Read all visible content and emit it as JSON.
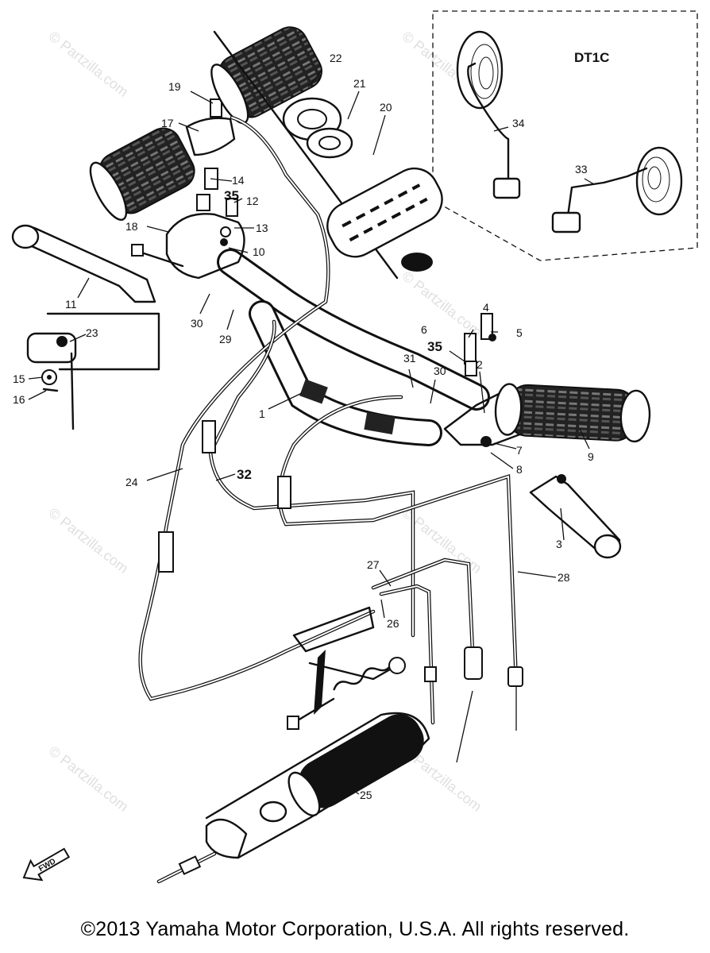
{
  "inset": {
    "label": "DT1C"
  },
  "labels": {
    "p1": "1",
    "p2": "2",
    "p3": "3",
    "p4": "4",
    "p5": "5",
    "p6": "6",
    "p7": "7",
    "p8": "8",
    "p9": "9",
    "p10": "10",
    "p11": "11",
    "p12": "12",
    "p13": "13",
    "p14": "14",
    "p15": "15",
    "p16": "16",
    "p17": "17",
    "p18": "18",
    "p19": "19",
    "p20": "20",
    "p21": "21",
    "p22": "22",
    "p23": "23",
    "p24": "24",
    "p25": "25",
    "p26": "26",
    "p27": "27",
    "p28": "28",
    "p29": "29",
    "p30a": "30",
    "p30b": "30",
    "p31": "31",
    "p32": "32",
    "p33": "33",
    "p34": "34",
    "p35a": "35",
    "p35b": "35"
  },
  "watermark": "© Partzilla.com",
  "fwd": "FWD",
  "copyright": "©2013 Yamaha Motor Corporation, U.S.A. All rights reserved."
}
